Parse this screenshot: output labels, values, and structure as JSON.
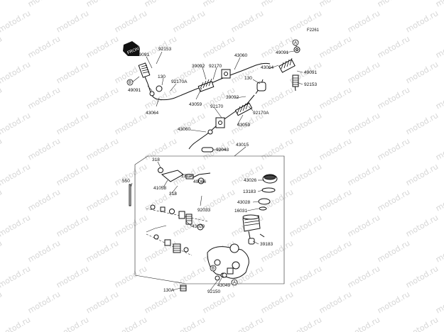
{
  "diagram": {
    "code": "F2261",
    "watermark": "motod.ru",
    "front_mark": "FRONT",
    "refs": [
      "A",
      "B"
    ],
    "labels": {
      "p49091_a": "49091",
      "p92153_a": "92153",
      "p49091_b": "49091",
      "p130_a": "130",
      "p92170a_a": "92170A",
      "p43064_a": "43064",
      "p43059_a": "43059",
      "p39092_a": "39092",
      "p92170_a": "92170",
      "p43060_a": "43060",
      "p49091_c": "49091",
      "p43064_b": "43064",
      "p49091_d": "49091",
      "p130_b": "130",
      "p92153_b": "92153",
      "p39092_b": "39092",
      "p92170_b": "92170",
      "p92170a_b": "92170A",
      "p43059_b": "43059",
      "p43060_b": "43060",
      "p43015": "43015",
      "p92043": "92043",
      "p318_a": "318",
      "p13116": "13116",
      "p49006": "49006",
      "p41058": "41058",
      "p318_b": "318",
      "p550": "550",
      "p92033": "92033",
      "p43020": "43020",
      "p43026": "43026",
      "p13183": "13183",
      "p43028": "43028",
      "p16031": "16031",
      "p39183": "39183",
      "p130a": "130A",
      "p43049": "43049",
      "p92150": "92150"
    }
  }
}
